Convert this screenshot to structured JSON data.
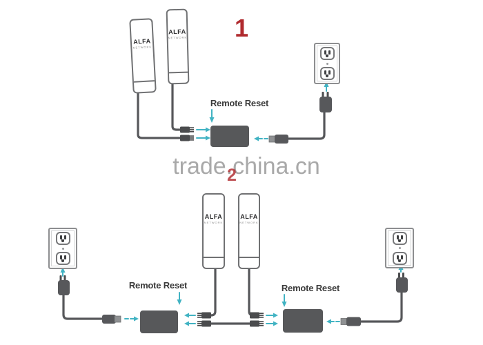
{
  "colors": {
    "arrow_teal": "#41b3c3",
    "accent_red": "#b02a2e",
    "device_gray": "#57585a",
    "outline_gray": "#707173",
    "watermark_gray": "#a9a9a9",
    "label_dark": "#3a3a3a"
  },
  "watermark": {
    "text": "trade.china.cn"
  },
  "diagram1": {
    "number": "1",
    "remote_reset_label": "Remote Reset",
    "devices": [
      {
        "brand": "ALFA",
        "brand_sub": "NETWORK"
      },
      {
        "brand": "ALFA",
        "brand_sub": "NETWORK"
      }
    ]
  },
  "diagram2": {
    "number": "2",
    "remote_reset_left_label": "Remote Reset",
    "remote_reset_right_label": "Remote Reset",
    "devices": [
      {
        "brand": "ALFA",
        "brand_sub": "NETWORK"
      },
      {
        "brand": "ALFA",
        "brand_sub": "NETWORK"
      }
    ]
  }
}
